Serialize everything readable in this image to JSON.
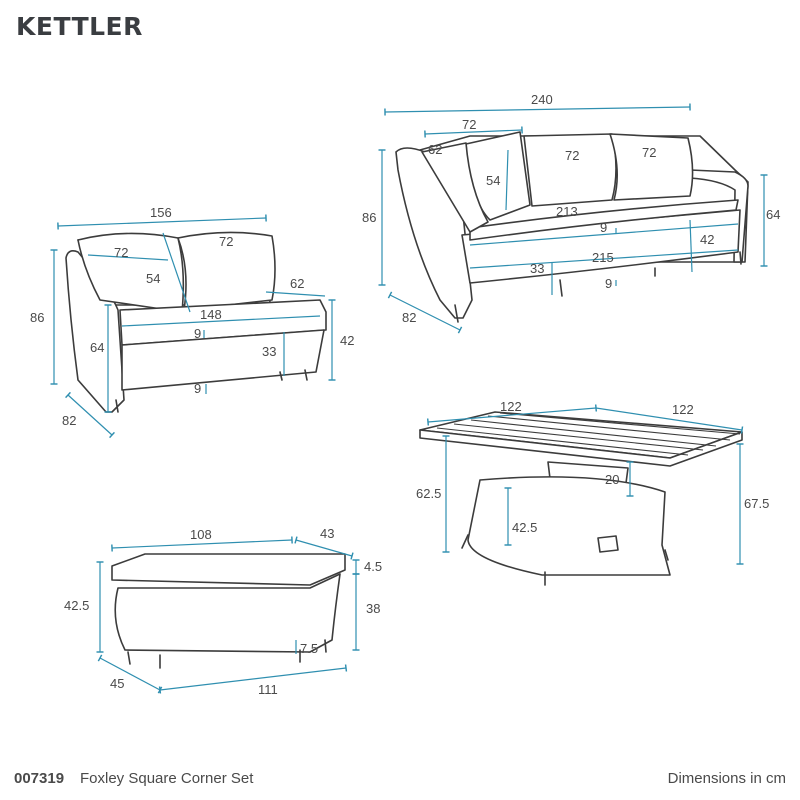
{
  "brand": "KETTLER",
  "product": {
    "code": "007319",
    "name": "Foxley Square Corner Set"
  },
  "units_note": "Dimensions in cm",
  "sofa_3_seater": {
    "labels": [
      "240",
      "72",
      "62",
      "72",
      "72",
      "54",
      "213",
      "9",
      "86",
      "64",
      "42",
      "33",
      "215",
      "9",
      "82"
    ]
  },
  "sofa_2_seater": {
    "labels": [
      "156",
      "72",
      "72",
      "54",
      "62",
      "148",
      "9",
      "86",
      "64",
      "33",
      "42",
      "9",
      "82"
    ]
  },
  "table": {
    "labels": [
      "122",
      "122",
      "20",
      "62.5",
      "67.5",
      "42.5"
    ]
  },
  "bench": {
    "labels": [
      "108",
      "43",
      "4.5",
      "42.5",
      "38",
      "7.5",
      "45",
      "111"
    ]
  },
  "colors": {
    "dimension_line": "#2f8fb0",
    "outline": "#3c3c3c",
    "text": "#4a4a4a"
  }
}
